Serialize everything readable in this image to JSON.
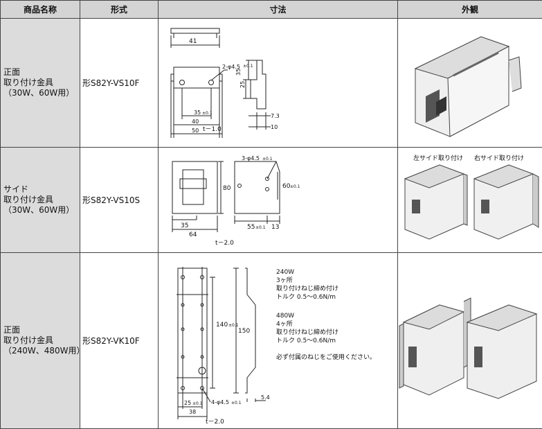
{
  "headers": [
    "商品名称",
    "形式",
    "寸法",
    "外観"
  ],
  "rows": [
    {
      "name_lines": [
        "正面",
        "取り付け金具",
        "（30W、60W用）"
      ],
      "model": "形S82Y-VS10F",
      "dims": {
        "d41": "41",
        "hole": "2-φ4.5",
        "tol": "±0.1",
        "d35": "35",
        "d40": "40",
        "d50": "50",
        "d25": "25",
        "d35v": "35",
        "d73": "7.3",
        "d10": "10",
        "thickness": "t－1.0"
      }
    },
    {
      "name_lines": [
        "サイド",
        "取り付け金具",
        "（30W、60W用）"
      ],
      "model": "形S82Y-VS10S",
      "photo_labels": [
        "左サイド取り付け",
        "右サイド取り付け"
      ],
      "dims": {
        "hole": "3-φ4.5",
        "tol": "±0.1",
        "d80": "80",
        "d60": "60",
        "d35": "35",
        "d64": "64",
        "d55": "55",
        "d13": "13",
        "thickness": "t－2.0"
      }
    },
    {
      "name_lines": [
        "正面",
        "取り付け金具",
        "（240W、480W用）"
      ],
      "model": "形S82Y-VK10F",
      "dims": {
        "d140": "140",
        "d150": "150",
        "d25": "25",
        "d38": "38",
        "hole": "4-φ4.5",
        "tol": "±0.1",
        "d54": "5.4",
        "thickness": "t－2.0"
      },
      "notes": [
        "240W",
        "3ヶ所",
        "取り付けねじ締め付け",
        "トルク 0.5～0.6N/m",
        "480W",
        "4ヶ所",
        "取り付けねじ締め付け",
        "トルク 0.5～0.6N/m",
        "必ず付属のねじをご使用ください。"
      ]
    }
  ]
}
